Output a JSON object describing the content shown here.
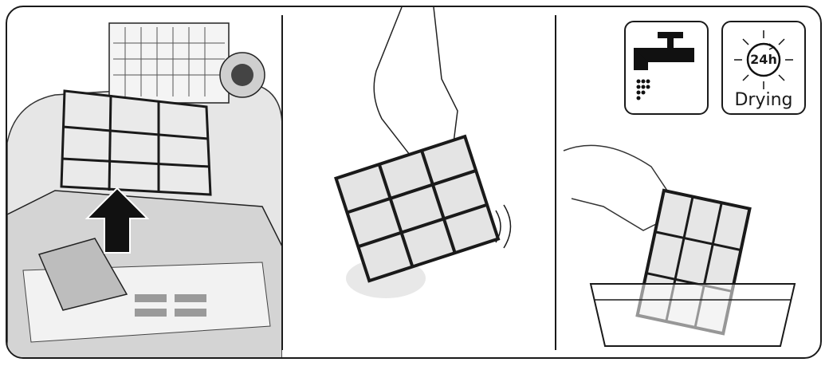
{
  "panels": [
    {
      "id": "remove-filter",
      "arrow": "up"
    },
    {
      "id": "tap-out-filter"
    },
    {
      "id": "rinse-filter"
    }
  ],
  "icons": {
    "rinse": {
      "name": "water-tap-icon"
    },
    "drying": {
      "name": "sun-clock-icon",
      "hours_label": "24h",
      "label": "Drying"
    }
  },
  "colors": {
    "line": "#1a1a1a",
    "arrow": "#111111",
    "body_grey": "#d9d9d9"
  }
}
